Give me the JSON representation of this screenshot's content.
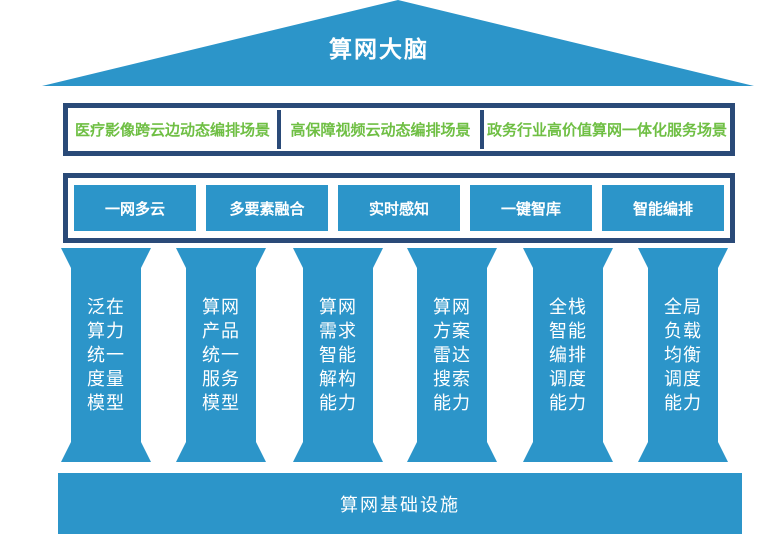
{
  "title": "算网大脑",
  "colors": {
    "pillar_blue": "#2C95C9",
    "frame_navy": "#2A4A78",
    "scenario_green": "#6FBF44",
    "text_white": "#FFFFFF"
  },
  "scenarios": {
    "items": [
      {
        "label": "医疗影像跨云边动态编排场景"
      },
      {
        "label": "高保障视频云动态编排场景"
      },
      {
        "label": "政务行业高价值算网一体化服务场景"
      }
    ]
  },
  "capabilities": {
    "items": [
      {
        "label": "一网多云"
      },
      {
        "label": "多要素融合"
      },
      {
        "label": "实时感知"
      },
      {
        "label": "一键智库"
      },
      {
        "label": "智能编排"
      }
    ]
  },
  "pillars": {
    "items": [
      {
        "lines": [
          "泛在",
          "算力",
          "统一",
          "度量",
          "模型"
        ]
      },
      {
        "lines": [
          "算网",
          "产品",
          "统一",
          "服务",
          "模型"
        ]
      },
      {
        "lines": [
          "算网",
          "需求",
          "智能",
          "解构",
          "能力"
        ]
      },
      {
        "lines": [
          "算网",
          "方案",
          "雷达",
          "搜索",
          "能力"
        ]
      },
      {
        "lines": [
          "全栈",
          "智能",
          "编排",
          "调度",
          "能力"
        ]
      },
      {
        "lines": [
          "全局",
          "负载",
          "均衡",
          "调度",
          "能力"
        ]
      }
    ]
  },
  "foundation": {
    "label": "算网基础设施"
  }
}
